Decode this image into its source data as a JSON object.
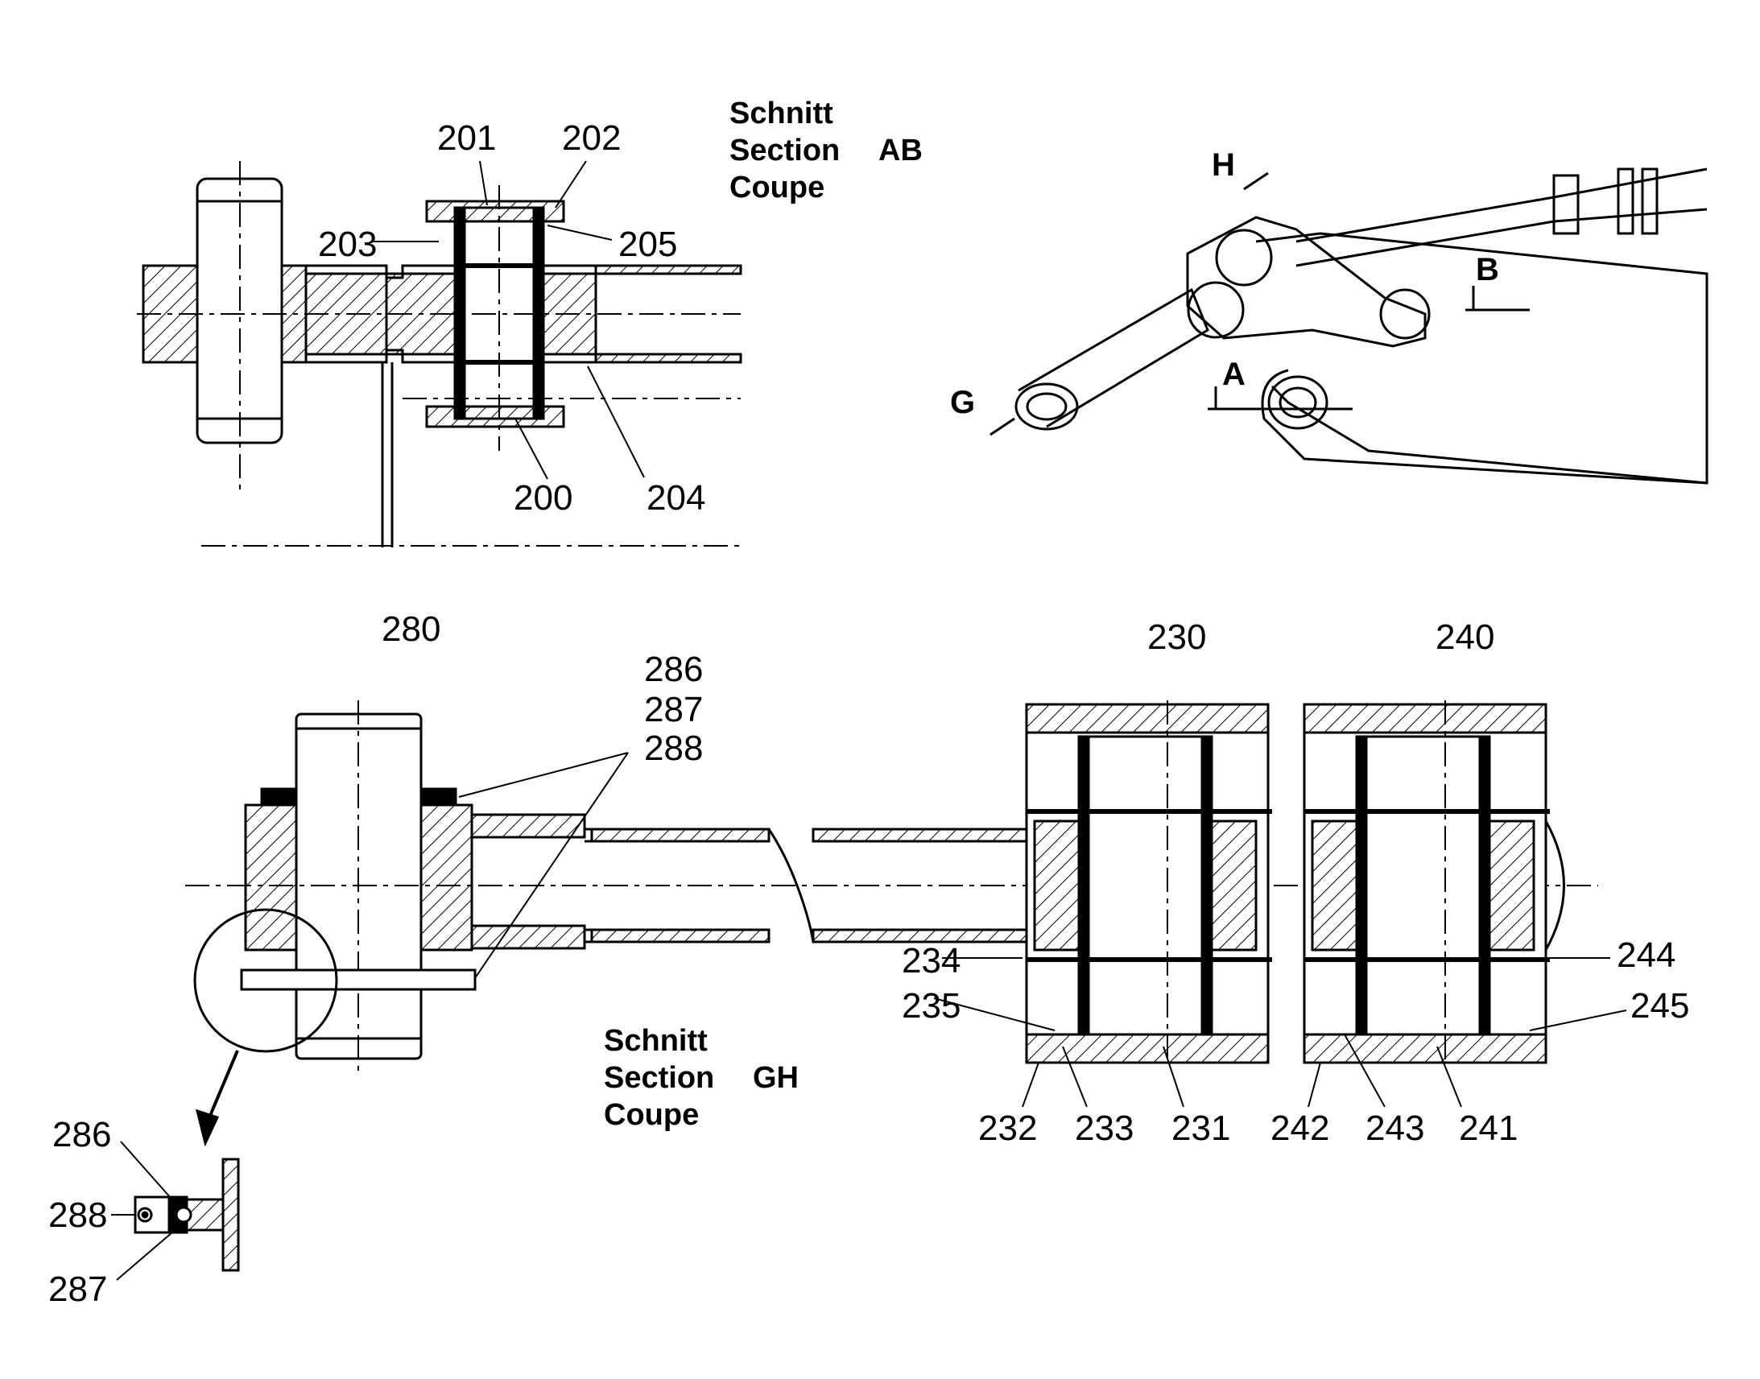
{
  "section_ab": {
    "heading": [
      "Schnitt",
      "Section",
      "Coupe"
    ],
    "code": "AB",
    "callouts": [
      "200",
      "201",
      "202",
      "203",
      "204",
      "205"
    ]
  },
  "overview": {
    "markers": [
      "H",
      "B",
      "A",
      "G"
    ]
  },
  "section_gh": {
    "heading": [
      "Schnitt",
      "Section",
      "Coupe"
    ],
    "code": "GH",
    "callouts": [
      "280",
      "286",
      "287",
      "288",
      "230",
      "231",
      "232",
      "233",
      "234",
      "235",
      "240",
      "241",
      "242",
      "243",
      "244",
      "245"
    ]
  },
  "detail": {
    "callouts": [
      "286",
      "288",
      "287"
    ]
  }
}
